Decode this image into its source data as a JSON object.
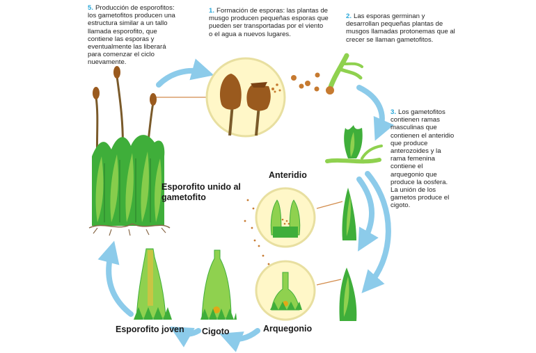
{
  "steps": [
    {
      "num": "1.",
      "text": "Formación de esporas: las plantas de musgo producen pequeñas esporas que pueden ser transportadas por el viento o el agua a nuevos lugares."
    },
    {
      "num": "2.",
      "text": "Las esporas germinan y desarrollan pequeñas plantas de musgos llamadas protonemas que al crecer se llaman gametofitos."
    },
    {
      "num": "3.",
      "text": "Los gametofitos contienen ramas masculinas que contienen el anteridio que produce anterozoides y la rama femenina contiene el arquegonio que produce la oosfera. La unión de los gametos produce el cigoto."
    },
    {
      "num": "5.",
      "text": "Producción de esporofitos: los gametofitos producen una estructura similar a un tallo llamada esporofito, que contiene las esporas y eventualmente las liberará para comenzar el ciclo nuevamente."
    }
  ],
  "labels": {
    "esporofito_unido": "Esporofito unido al gametofito",
    "anteridio": "Anteridio",
    "arquegonio": "Arquegonio",
    "cigoto": "Cigoto",
    "esporofito_joven": "Esporofito joven"
  },
  "colors": {
    "arrow": "#8ccbea",
    "leaf": "#3fae3a",
    "leaf_light": "#8fd14f",
    "capsule": "#9a5a1e",
    "circle_fill": "#fff7c8",
    "circle_stroke": "#e8dfa0",
    "number": "#29a7d9"
  },
  "icons": [
    "moss-plant-icon",
    "capsule-icon",
    "spore-icon",
    "protonema-icon",
    "gametophyte-icon",
    "antheridium-icon",
    "archegonium-icon",
    "zygote-icon",
    "young-sporophyte-icon",
    "cycle-arrow-icon"
  ]
}
